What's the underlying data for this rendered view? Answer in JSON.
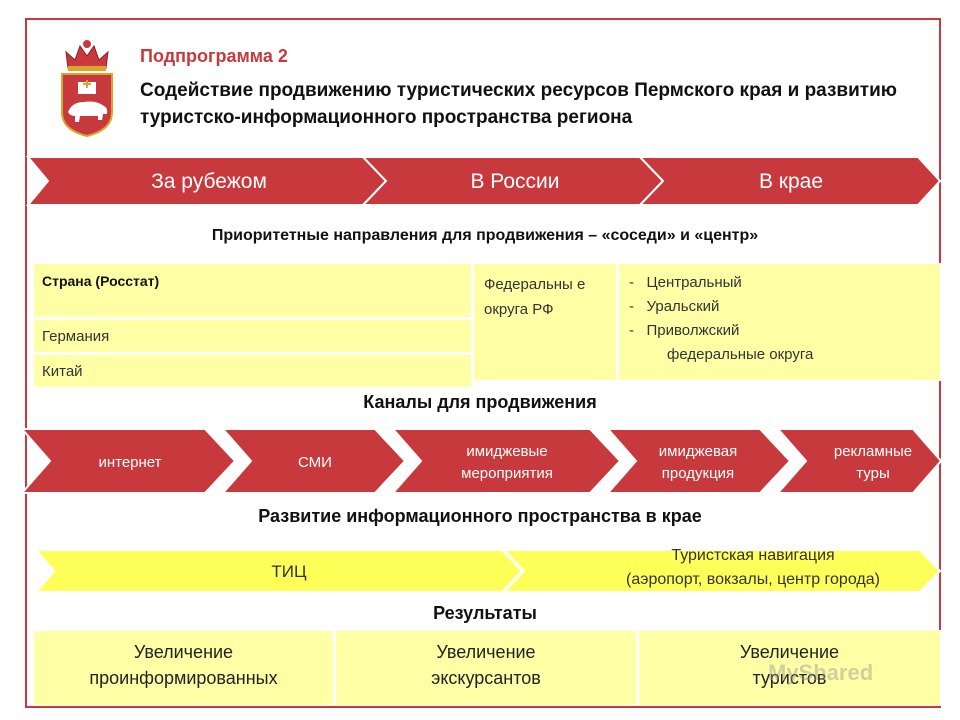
{
  "header": {
    "subtitle": "Подпрограмма 2",
    "title": "Содействие продвижению туристических ресурсов Пермского края и развитию туристско-информационного пространства региона"
  },
  "directions": {
    "arrows": [
      "За рубежом",
      "В России",
      "В крае"
    ]
  },
  "priority": {
    "heading": "Приоритетные направления для продвижения – «соседи» и «центр»",
    "country_header": "Страна  (Росстат)",
    "countries": [
      "Германия",
      "Китай"
    ],
    "federal_label": "Федеральны е округа РФ",
    "okruga": [
      "Центральный",
      "Уральский",
      "Приволжский"
    ],
    "okruga_suffix": "федеральные округа"
  },
  "channels": {
    "heading": "Каналы для продвижения",
    "items": [
      "интернет",
      "СМИ",
      "имиджевые мероприятия",
      "имиджевая продукция",
      "рекламные туры"
    ]
  },
  "development": {
    "heading": "Развитие информационного пространства в крае",
    "tic": "ТИЦ",
    "navigation_line1": "Туристская навигация",
    "navigation_line2": "(аэропорт, вокзалы, центр города)"
  },
  "results": {
    "heading": "Результаты",
    "items": [
      {
        "line1": "Увеличение",
        "line2": "проинформированных"
      },
      {
        "line1": "Увеличение",
        "line2": "экскурсантов"
      },
      {
        "line1": "Увеличение",
        "line2": "туристов"
      }
    ]
  },
  "watermark": "MyShared",
  "colors": {
    "accent_red": "#c8393d",
    "yellow": "#ffffa6",
    "chevron_stroke": "#ffffff"
  }
}
